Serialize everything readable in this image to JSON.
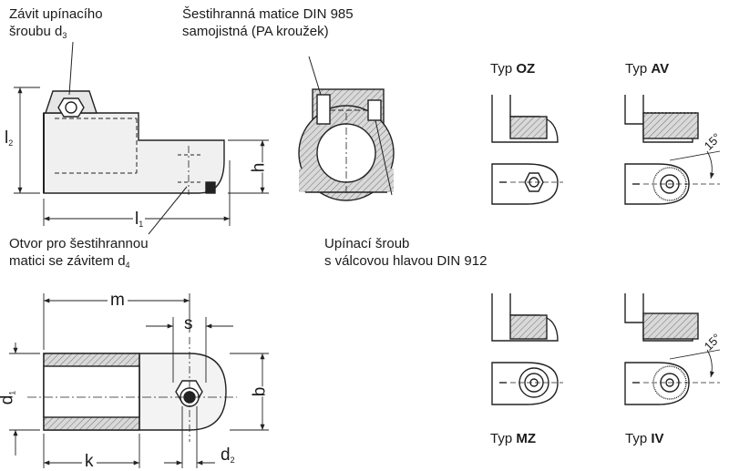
{
  "labels": {
    "clamp_screw_thread_line1": "Závit upínacího",
    "clamp_screw_thread_line2": "šroubu d",
    "clamp_screw_thread_sub": "3",
    "hex_nut_line1": "Šestihranná matice DIN 985",
    "hex_nut_line2": "samojistná (PA kroužek)",
    "nut_hole_line1": "Otvor pro šestihrannou",
    "nut_hole_line2": "matici se závitem d",
    "nut_hole_sub": "4",
    "clamp_screw_line1": "Upínací šroub",
    "clamp_screw_line2": "s válcovou hlavou DIN 912"
  },
  "dimensions": {
    "l2": "l",
    "l2_sub": "2",
    "l1": "l",
    "l1_sub": "1",
    "h": "h",
    "m": "m",
    "s": "s",
    "d1": "d",
    "d1_sub": "1",
    "b": "b",
    "k": "k",
    "d2": "d",
    "d2_sub": "2"
  },
  "types": [
    {
      "prefix": "Typ ",
      "code": "OZ"
    },
    {
      "prefix": "Typ ",
      "code": "AV"
    },
    {
      "prefix": "Typ ",
      "code": "MZ"
    },
    {
      "prefix": "Typ ",
      "code": "IV"
    }
  ],
  "angles": {
    "av": "15°",
    "iv": "15°"
  }
}
